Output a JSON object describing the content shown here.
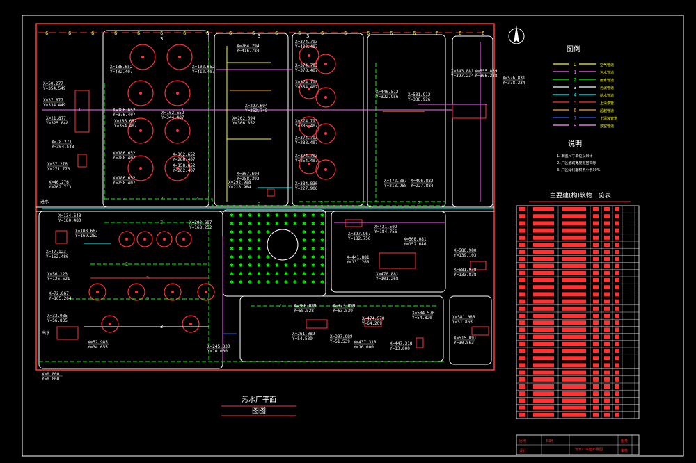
{
  "drawing": {
    "title": "污水厂平面",
    "subtitle": "图图"
  },
  "legend": {
    "heading": "图例",
    "items": [
      {
        "num": "0",
        "color": "#ffff00",
        "label": "空气管道"
      },
      {
        "num": "1",
        "color": "#ff66ff",
        "label": "污水管道"
      },
      {
        "num": "2",
        "color": "#00ff00",
        "label": "雨水管道"
      },
      {
        "num": "3",
        "color": "#ffffff",
        "label": "污泥管道"
      },
      {
        "num": "4",
        "color": "#00ffff",
        "label": "给水管道"
      },
      {
        "num": "5",
        "color": "#ff3333",
        "label": "上清液管"
      },
      {
        "num": "6",
        "color": "#ffaa00",
        "label": "超越管道"
      },
      {
        "num": "7",
        "color": "#3366ff",
        "label": "上清液管道"
      },
      {
        "num": "8",
        "color": "#ff99ff",
        "label": "放空管道"
      }
    ]
  },
  "notes": {
    "heading": "说明",
    "items": [
      "1. 本图尺寸单位以米计",
      "2. 厂区道路宽度根据实际",
      "3. 厂区绿化面积不小于30%"
    ]
  },
  "table": {
    "heading": "主要建(构)筑物一览表",
    "rows": 30
  },
  "title_block": {
    "cells": [
      "比例",
      "日期",
      "图号",
      "污水厂平面布置图",
      "设计",
      "审核"
    ]
  },
  "coords": [
    {
      "t": "X=50.277",
      "b": "Y=354.549"
    },
    {
      "t": "X=37.877",
      "b": "Y=334.449"
    },
    {
      "t": "X=21.877",
      "b": "Y=325.048"
    },
    {
      "t": "X=78.271",
      "b": "Y=304.543"
    },
    {
      "t": "X=57.276",
      "b": "Y=271.773"
    },
    {
      "t": "X=46.276",
      "b": "Y=262.713"
    },
    {
      "t": "X=186.652",
      "b": "Y=402.407"
    },
    {
      "t": "X=102.652",
      "b": "Y=412.407"
    },
    {
      "t": "X=186.652",
      "b": "Y=376.407"
    },
    {
      "t": "X=186.652",
      "b": "Y=354.407"
    },
    {
      "t": "X=102.652",
      "b": "Y=344.407"
    },
    {
      "t": "X=186.652",
      "b": "Y=288.407"
    },
    {
      "t": "X=102.652",
      "b": "Y=288.407"
    },
    {
      "t": "X=186.652",
      "b": "Y=258.407"
    },
    {
      "t": "X=158.652",
      "b": "Y=262.407"
    },
    {
      "t": "X=264.294",
      "b": "Y=416.784"
    },
    {
      "t": "X=297.694",
      "b": "Y=352.745"
    },
    {
      "t": "X=262.694",
      "b": "Y=306.852"
    },
    {
      "t": "X=307.694",
      "b": "Y=258.392"
    },
    {
      "t": "X=292.998",
      "b": "Y=218.984"
    },
    {
      "t": "X=374.793",
      "b": "Y=402.407"
    },
    {
      "t": "X=374.793",
      "b": "Y=378.407"
    },
    {
      "t": "X=374.793",
      "b": "Y=354.407"
    },
    {
      "t": "X=374.793",
      "b": "Y=306.407"
    },
    {
      "t": "X=374.793",
      "b": "Y=288.407"
    },
    {
      "t": "X=374.793",
      "b": "Y=254.407"
    },
    {
      "t": "X=384.830",
      "b": "Y=227.906"
    },
    {
      "t": "X=446.512",
      "b": "Y=322.956"
    },
    {
      "t": "X=501.912",
      "b": "Y=336.926"
    },
    {
      "t": "X=472.887",
      "b": "Y=218.968"
    },
    {
      "t": "X=496.882",
      "b": "Y=227.884"
    },
    {
      "t": "X=543.881",
      "b": "Y=397.234"
    },
    {
      "t": "X=555.839",
      "b": "Y=366.238"
    },
    {
      "t": "X=576.831",
      "b": "Y=378.234"
    },
    {
      "t": "X=134.643",
      "b": "Y=180.480"
    },
    {
      "t": "X=108.667",
      "b": "Y=169.252"
    },
    {
      "t": "X=202.687",
      "b": "Y=168.252"
    },
    {
      "t": "X=47.123",
      "b": "Y=152.480"
    },
    {
      "t": "X=56.123",
      "b": "Y=126.621"
    },
    {
      "t": "X=72.867",
      "b": "Y=105.264"
    },
    {
      "t": "X=33.985",
      "b": "Y=56.835"
    },
    {
      "t": "X=52.985",
      "b": "Y=34.655"
    },
    {
      "t": "X=245.830",
      "b": "Y=10.000"
    },
    {
      "t": "X=0.000",
      "b": "Y=0.000"
    },
    {
      "t": "X=397.967",
      "b": "Y=182.756"
    },
    {
      "t": "X=421.502",
      "b": "Y=184.756"
    },
    {
      "t": "X=508.081",
      "b": "Y=152.646"
    },
    {
      "t": "X=441.881",
      "b": "Y=131.268"
    },
    {
      "t": "X=470.881",
      "b": "Y=101.268"
    },
    {
      "t": "X=580.980",
      "b": "Y=139.103"
    },
    {
      "t": "X=581.938",
      "b": "Y=133.838"
    },
    {
      "t": "X=366.089",
      "b": "Y=58.528"
    },
    {
      "t": "X=373.089",
      "b": "Y=63.539"
    },
    {
      "t": "X=261.089",
      "b": "Y=54.539"
    },
    {
      "t": "X=397.089",
      "b": "Y=51.539"
    },
    {
      "t": "X=474.570",
      "b": "Y=64.209"
    },
    {
      "t": "X=584.570",
      "b": "Y=54.820"
    },
    {
      "t": "X=437.318",
      "b": "Y=16.000"
    },
    {
      "t": "X=447.318",
      "b": "Y=13.600"
    },
    {
      "t": "X=581.088",
      "b": "Y=51.863"
    },
    {
      "t": "X=515.091",
      "b": "Y=30.863"
    }
  ],
  "edge_labels": {
    "inlet": "进水",
    "outlet": "出水"
  }
}
